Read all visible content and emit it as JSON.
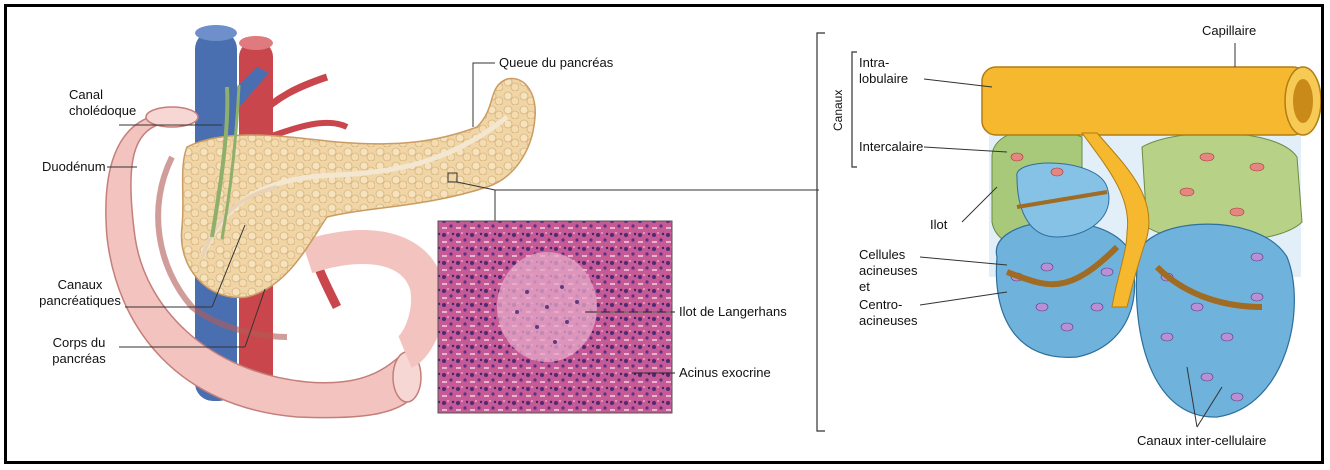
{
  "labels": {
    "canal_choledoque": "Canal cholédoque",
    "duodenum": "Duodénum",
    "canaux_pancreatiques": "Canaux pancréatiques",
    "corps_pancreas": "Corps du pancréas",
    "queue_pancreas": "Queue du pancréas",
    "ilot_langerhans": "Ilot de Langerhans",
    "acinus_exocrine": "Acinus exocrine",
    "canaux": "Canaux",
    "intra_lobulaire": "Intra-lobulaire",
    "intercalaire": "Intercalaire",
    "capillaire": "Capillaire",
    "ilot": "Ilot",
    "cellules_acineuses": "Cellules acineuses et",
    "centro_acineuses": "Centro-acineuses",
    "canaux_intercellulaire": "Canaux inter-cellulaire"
  },
  "colors": {
    "pancreas": "#f0d6a6",
    "duodenum": "#f3c3c0",
    "vein": "#4a6fb0",
    "artery": "#c9474c",
    "duct_yellow": "#f5b82e",
    "islet_green": "#a9c97a",
    "acinar_blue": "#6fb3dd",
    "histology": "#b4487e"
  }
}
